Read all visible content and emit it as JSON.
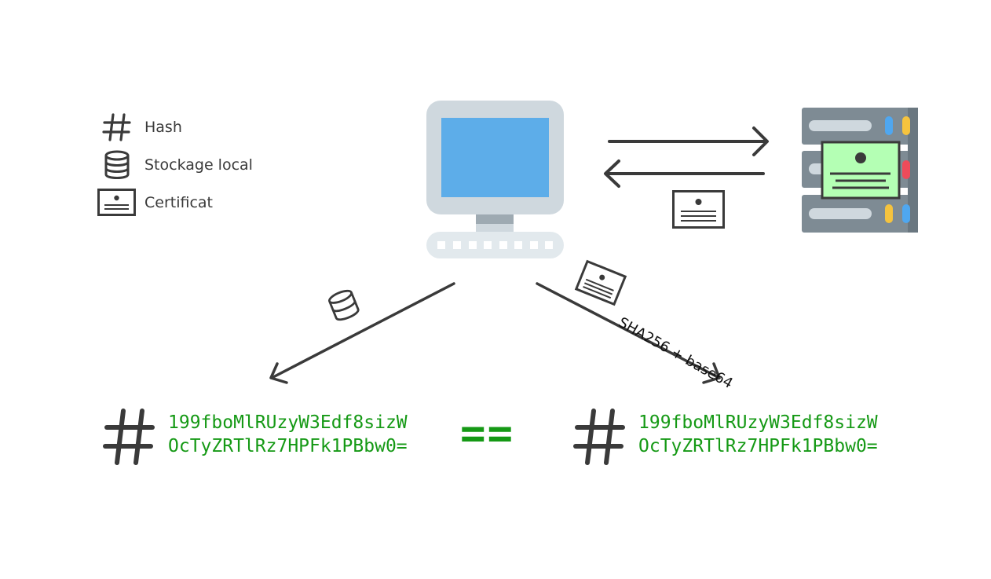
{
  "legend": {
    "hash_label": "Hash",
    "storage_label": "Stockage local",
    "certificate_label": "Certificat"
  },
  "arrow_label": "SHA256 + base64",
  "hash_left": {
    "line1": "199fboMlRUzyW3Edf8sizW",
    "line2": "OcTyZRTlRz7HPFk1PBbw0="
  },
  "hash_right": {
    "line1": "199fboMlRUzyW3Edf8sizW",
    "line2": "OcTyZRTlRz7HPFk1PBbw0="
  },
  "equals_sign": "==",
  "colors": {
    "hash_green": "#159915",
    "icon_gray": "#3a3a3a",
    "monitor_screen": "#5dade9",
    "monitor_frame": "#cfd8de",
    "server_body": "#7e8b94",
    "certificate_fill": "#b4ffb4",
    "led_blue": "#4fa7f0",
    "led_yellow": "#f5c33e",
    "led_red": "#ee4b5a"
  }
}
